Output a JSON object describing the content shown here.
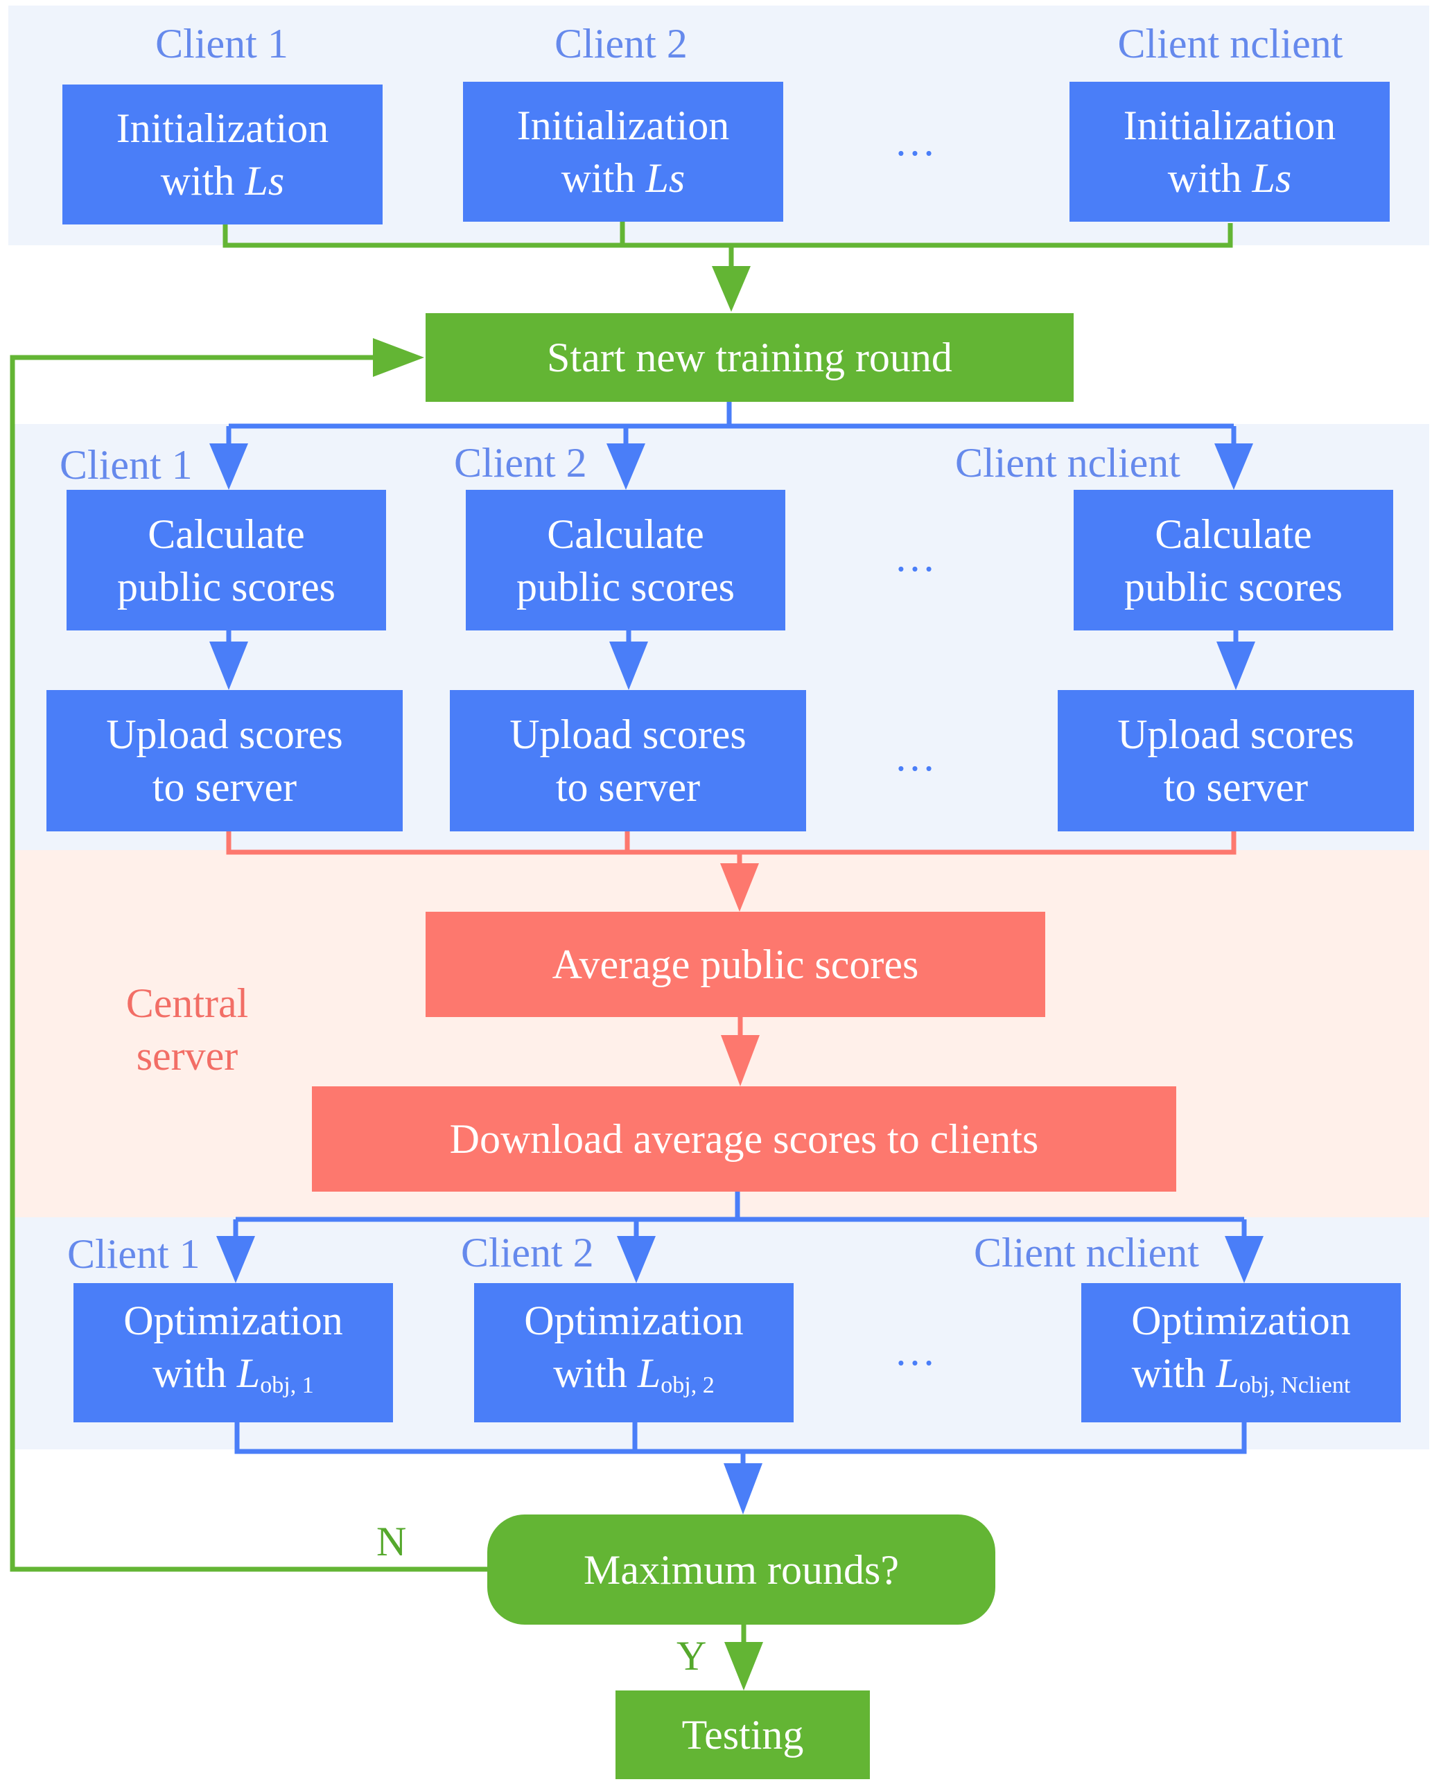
{
  "init": {
    "clients": [
      "Client 1",
      "Client 2",
      "Client nclient"
    ],
    "line1": "Initialization",
    "line2_prefix": "with ",
    "line2_var": "Ls"
  },
  "start_round": "Start new training round",
  "calc": {
    "clients": [
      "Client 1",
      "Client 2",
      "Client nclient"
    ],
    "line1": "Calculate",
    "line2": "public scores"
  },
  "upload": {
    "line1": "Upload scores",
    "line2": "to server"
  },
  "server": {
    "label_line1": "Central",
    "label_line2": "server",
    "average": "Average public scores",
    "download": "Download average scores to clients"
  },
  "optim": {
    "clients": [
      "Client 1",
      "Client 2",
      "Client nclient"
    ],
    "line1": "Optimization",
    "line2_prefix": "with ",
    "var": "L",
    "subs": [
      "obj, 1",
      "obj, 2",
      "obj, Nclient"
    ]
  },
  "decision": {
    "label": "Maximum rounds?",
    "no": "N",
    "yes": "Y"
  },
  "testing": "Testing",
  "ellipsis": "…",
  "colors": {
    "client_box": "#4a7ef8",
    "flow_green": "#63b534",
    "server_red": "#fd786e",
    "client_band": "#eff4fc",
    "server_band": "#fff0ea",
    "client_label": "#6589ec",
    "server_label": "#f26e66"
  }
}
